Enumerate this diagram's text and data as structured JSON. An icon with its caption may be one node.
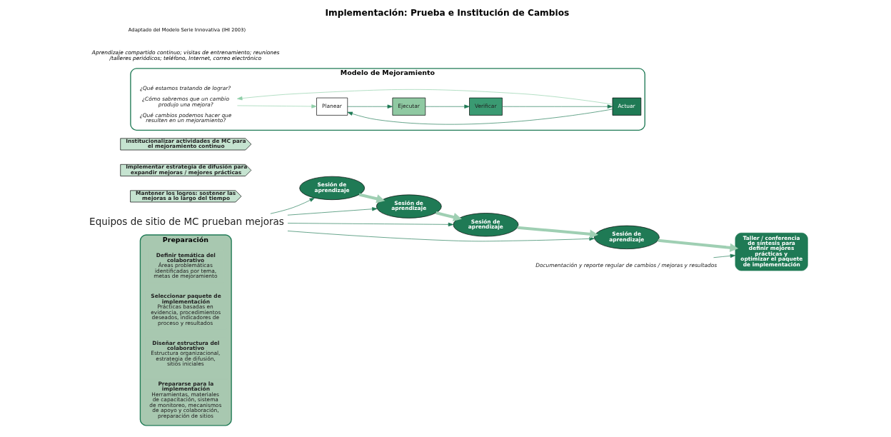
{
  "diagram": {
    "title": "Implementación: Prueba e Institución de Cambios",
    "caption": "Adaptado del Modelo Serie Innovativa (IHI 2003)",
    "nodes": [
      {
        "text": [
          "Preparación"
        ]
      },
      {
        "text": [
          "Definir temática del colaborativo",
          "Áreas problemáticas identificadas por tema, metas de mejoramiento"
        ],
        "in": 0
      },
      {
        "text": [
          "Seleccionar paquete de implementación",
          "Prácticas basadas en evidencia, procedimientos deseados, indicadores de proceso y resultados"
        ],
        "in": 0
      },
      {
        "text": [
          "Diseñar estructura del colaborativo",
          "Estructura organizacional, estrategia de difusión, sitios iniciales"
        ],
        "in": 0
      },
      {
        "text": [
          "Prepararse para la implementación",
          "Herramientas, materiales de capacitación, sistema de monitoreo, mecanismos de apoyo y colaboración, preparación de sitios"
        ],
        "in": 0
      },
      {
        "text": [
          "Equipos de sitio de MC prueban mejoras"
        ]
      },
      {
        "text": [
          "Sesión de aprendizaje"
        ]
      },
      {
        "text": [
          "Sesión de aprendizaje"
        ]
      },
      {
        "text": [
          "Sesión de aprendizaje"
        ]
      },
      {
        "text": [
          "Sesión de aprendizaje"
        ]
      },
      {
        "text": [
          "Taller / conferencia de síntesis para definir mejores prácticas y optimizar el paquete de implementación"
        ]
      },
      {
        "text": [
          "Mantener los logros: sostener las mejoras a lo largo del tiempo"
        ]
      },
      {
        "text": [
          "Implementar estrategia de difusión para expandir mejoras / mejores prácticas"
        ]
      },
      {
        "text": [
          "Institucionalizar actividades de MC para el mejoramiento continuo"
        ]
      },
      {
        "text": [
          "Documentación y reporte regular de cambios / mejoras y resultados"
        ]
      },
      {
        "text": [
          "Modelo de Mejoramiento"
        ]
      },
      {
        "text": [
          "¿Qué estamos tratando de lograr?",
          "¿Cómo sabremos que un cambio produjo una mejora?",
          "¿Qué cambios podemos hacer que resulten en un mejoramiento?"
        ],
        "in": 15
      },
      {
        "text": [
          "Actuar"
        ],
        "in": 15
      },
      {
        "text": [
          "Planear"
        ],
        "in": 15
      },
      {
        "text": [
          "Verificar"
        ],
        "in": 15
      },
      {
        "text": [
          "Ejecutar"
        ],
        "in": 15
      }
    ],
    "edges": [
      {
        "from": 5,
        "to": 6,
        "arrow": "to"
      },
      {
        "from": 5,
        "to": 7,
        "arrow": "to"
      },
      {
        "from": 5,
        "to": 8,
        "arrow": "to"
      },
      {
        "from": 5,
        "to": 9,
        "arrow": "to"
      },
      {
        "from": 6,
        "to": 7,
        "arrow": "to",
        "style": "thick",
        "color": "#9fcfb3"
      },
      {
        "from": 7,
        "to": 8,
        "arrow": "to",
        "style": "thick",
        "color": "#9fcfb3"
      },
      {
        "from": 8,
        "to": 9,
        "arrow": "to",
        "style": "thick",
        "color": "#9fcfb3"
      },
      {
        "from": 9,
        "to": 10,
        "arrow": "to",
        "style": "thick",
        "color": "#9fcfb3"
      },
      {
        "from": 14,
        "to": 10,
        "arrow": "to"
      },
      {
        "from": 16,
        "to": 18,
        "arrow": "to",
        "color": "#8fcfa8"
      },
      {
        "from": 17,
        "to": 16,
        "arrow": "to",
        "color": "#8fcfa8"
      },
      {
        "from": 18,
        "to": 20,
        "arrow": "to"
      },
      {
        "from": 20,
        "to": 19,
        "arrow": "to"
      },
      {
        "from": 19,
        "to": 17,
        "arrow": "to"
      },
      {
        "from": 17,
        "to": 18,
        "arrow": "to"
      }
    ],
    "labels": [
      "Aprendizaje compartido continuo; visitas de entrenamiento; reuniones /talleres periódicos; teléfono, Internet, correo electrónico"
    ]
  }
}
